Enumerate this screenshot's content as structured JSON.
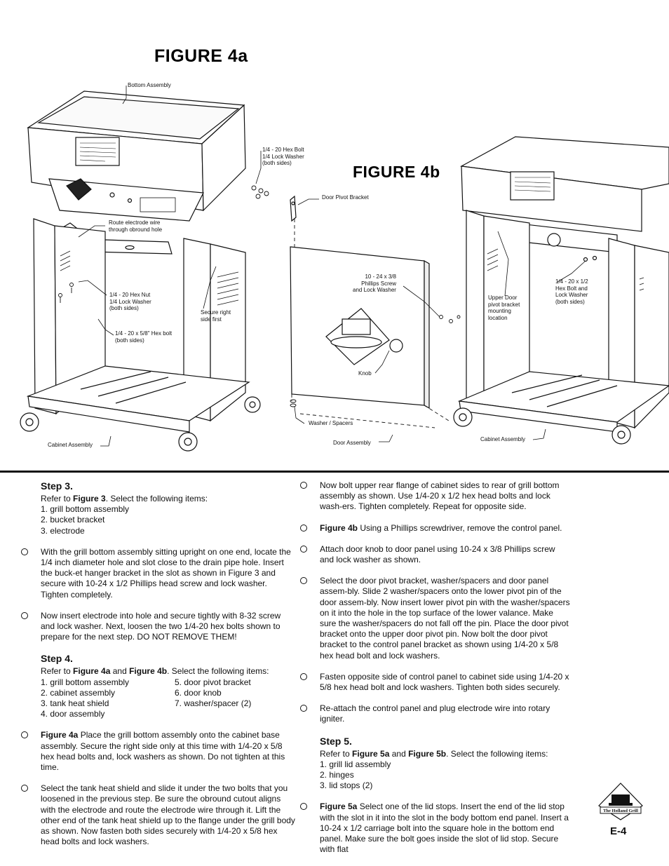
{
  "figures": {
    "fig4a_title": "FIGURE 4a",
    "fig4b_title": "FIGURE 4b",
    "callouts": {
      "bottom_assembly": "Bottom Assembly",
      "hex_bolt_top": [
        "1/4 - 20 Hex Bolt",
        "1/4 Lock Washer",
        "(both sides)"
      ],
      "door_pivot_bracket": "Door Pivot Bracket",
      "route_electrode": [
        "Route electrode wire",
        "through obround hole"
      ],
      "hex_nut": [
        "1/4 - 20 Hex Nut",
        "1/4 Lock Washer",
        "(both sides)"
      ],
      "secure_right": [
        "Secure right",
        "side first"
      ],
      "hex_bolt_58": [
        "1/4 - 20 x 5/8\" Hex bolt",
        "(both sides)"
      ],
      "phillips_screw": [
        "10 - 24 x 3/8",
        "Phillips Screw",
        "and Lock Washer"
      ],
      "knob": "Knob",
      "upper_door": [
        "Upper Door",
        "pivot bracket",
        "mounting",
        "location"
      ],
      "hex_bolt_12": [
        "1/4 - 20 x 1/2",
        "Hex Bolt and",
        "Lock Washer",
        "(both sides)"
      ],
      "washer_spacers": "Washer / Spacers",
      "door_assembly": "Door Assembly",
      "cabinet_assembly_left": "Cabinet Assembly",
      "cabinet_assembly_right": "Cabinet Assembly"
    }
  },
  "left": {
    "step3": {
      "heading": "Step 3.",
      "intro_pre": "Refer to ",
      "intro_fig": "Figure 3",
      "intro_post": ". Select the following items:",
      "items": [
        "1. grill bottom assembly",
        "2. bucket bracket",
        "3. electrode"
      ]
    },
    "p1": "With the grill bottom assembly sitting upright on one end, locate the 1/4 inch diameter hole and slot close to the drain pipe hole. Insert the buck-et hanger bracket in the slot as shown in Figure 3 and secure with 10-24 x 1/2 Phillips head screw and lock washer. Tighten completely.",
    "p2": "Now insert electrode into hole and secure tightly with 8-32 screw and lock washer. Next, loosen the two 1/4-20 hex bolts shown to prepare for the next step. DO NOT REMOVE THEM!",
    "step4": {
      "heading": "Step 4.",
      "intro_pre": "Refer to ",
      "intro_fig_a": "Figure 4a",
      "intro_mid": " and ",
      "intro_fig_b": "Figure 4b",
      "intro_post": ". Select the following items:",
      "items_left": [
        "1. grill bottom assembly",
        "2. cabinet assembly",
        "3. tank heat shield",
        "4. door assembly"
      ],
      "items_right": [
        "5. door pivot bracket",
        "6. door knob",
        "7. washer/spacer (2)",
        ""
      ]
    },
    "p3_fig": "Figure 4a",
    "p3": "  Place the grill bottom assembly onto the cabinet base assembly. Secure the right side only at this time with 1/4-20 x 5/8 hex head bolts and, lock washers as shown. Do not tighten at this time.",
    "p4": "Select the tank heat shield and slide it under the two bolts that you loosened in the previous step. Be sure the obround cutout aligns with the electrode and route the electrode wire through it. Lift the other end of the tank heat shield up to the flange under the grill body as shown. Now fasten both sides securely with 1/4-20 x 5/8 hex head bolts and lock washers."
  },
  "right": {
    "r1": "Now bolt upper rear flange of cabinet sides to rear of grill bottom assembly as shown. Use 1/4-20 x 1/2 hex head bolts and lock wash-ers. Tighten completely. Repeat for opposite side.",
    "r2_fig": "Figure 4b",
    "r2": "  Using a Phillips screwdriver, remove the control panel.",
    "r3": "Attach door knob to door panel using 10-24 x 3/8 Phillips screw and lock washer as shown.",
    "r4": "Select the door pivot bracket, washer/spacers and door panel assem-bly. Slide 2 washer/spacers onto the lower pivot pin of the door assem-bly. Now insert lower pivot pin with the washer/spacers on it into the hole in the top surface of the lower valance. Make sure the washer/spacers do not fall off the pin. Place the door pivot bracket onto the upper door pivot pin. Now bolt the door pivot bracket to the control panel bracket as shown using 1/4-20 x 5/8 hex head bolt and lock washers.",
    "r5": "Fasten opposite side of control panel to cabinet side using 1/4-20 x 5/8 hex head bolt and lock washers. Tighten both sides securely.",
    "r6": "Re-attach the control panel and plug electrode wire into rotary igniter.",
    "step5": {
      "heading": "Step 5.",
      "intro_pre": "Refer to ",
      "intro_fig_a": "Figure 5a",
      "intro_mid": " and ",
      "intro_fig_b": "Figure 5b",
      "intro_post": ". Select the following items:",
      "items": [
        "1. grill lid assembly",
        "2. hinges",
        "3. lid stops (2)"
      ]
    },
    "r7_fig": "Figure 5a",
    "r7": "  Select one of the lid stops. Insert the end of the lid stop with the slot in it into the slot in the body bottom end panel. Insert a 10-24 x 1/2 carriage bolt into the square hole in the bottom end panel. Make sure the bolt goes inside the slot of lid stop. Secure with flat"
  },
  "footer": {
    "logo_text": "The Holland Grill",
    "page_number": "E-4"
  }
}
